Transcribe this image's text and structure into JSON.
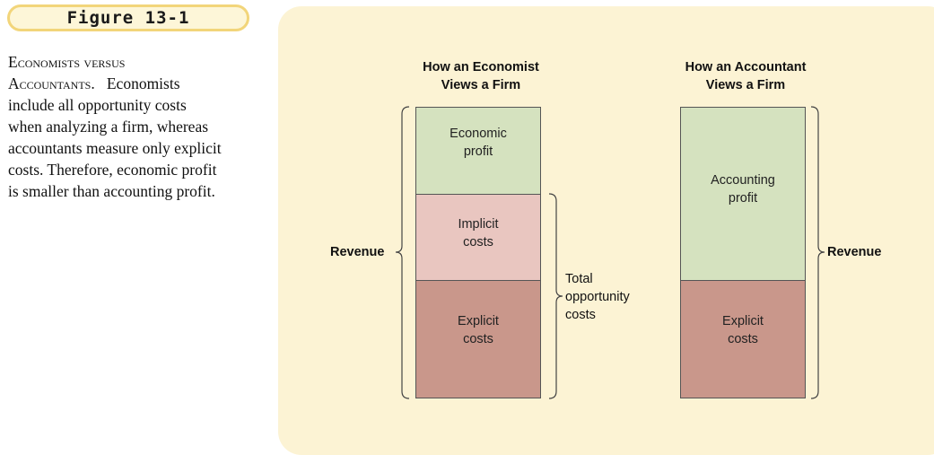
{
  "figure": {
    "label": "Figure 13-1"
  },
  "caption": {
    "title_line1": "Economists versus",
    "title_line2": "Accountants.",
    "body_line2": "Economists",
    "lines": [
      "include all opportunity costs",
      "when analyzing a firm, whereas",
      "accountants measure only explicit",
      "costs. Therefore, economic profit",
      "is smaller than accounting profit."
    ]
  },
  "diagram": {
    "economist_heading": "How an Economist\nViews a Firm",
    "accountant_heading": "How an Accountant\nViews a Firm",
    "economist_blocks": {
      "economic_profit": "Economic\nprofit",
      "implicit_costs": "Implicit\ncosts",
      "explicit_costs": "Explicit\ncosts"
    },
    "accountant_blocks": {
      "accounting_profit": "Accounting\nprofit",
      "explicit_costs": "Explicit\ncosts"
    },
    "revenue_left": "Revenue",
    "revenue_right": "Revenue",
    "total_opportunity_costs": "Total\nopportunity\ncosts",
    "colors": {
      "profit": "#d5e2bf",
      "implicit": "#e9c6c0",
      "explicit": "#c9978b",
      "panel": "#fcf3d4",
      "label_border": "#f2d57a"
    }
  }
}
